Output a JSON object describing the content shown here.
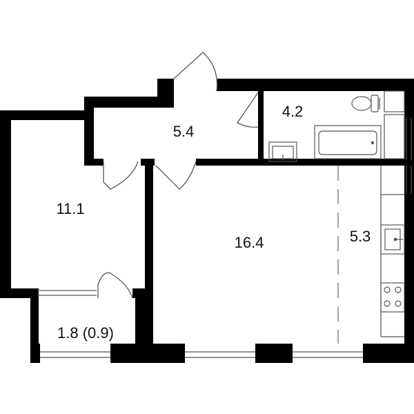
{
  "rooms": {
    "corridor": {
      "area": "5.4"
    },
    "bathroom": {
      "area": "4.2"
    },
    "bedroom": {
      "area": "11.1"
    },
    "living": {
      "area": "16.4"
    },
    "kitchen": {
      "area": "5.3"
    },
    "balcony": {
      "area": "1.8 (0.9)"
    }
  },
  "colors": {
    "wall": "#000000",
    "line": "#555555",
    "background": "#ffffff"
  }
}
